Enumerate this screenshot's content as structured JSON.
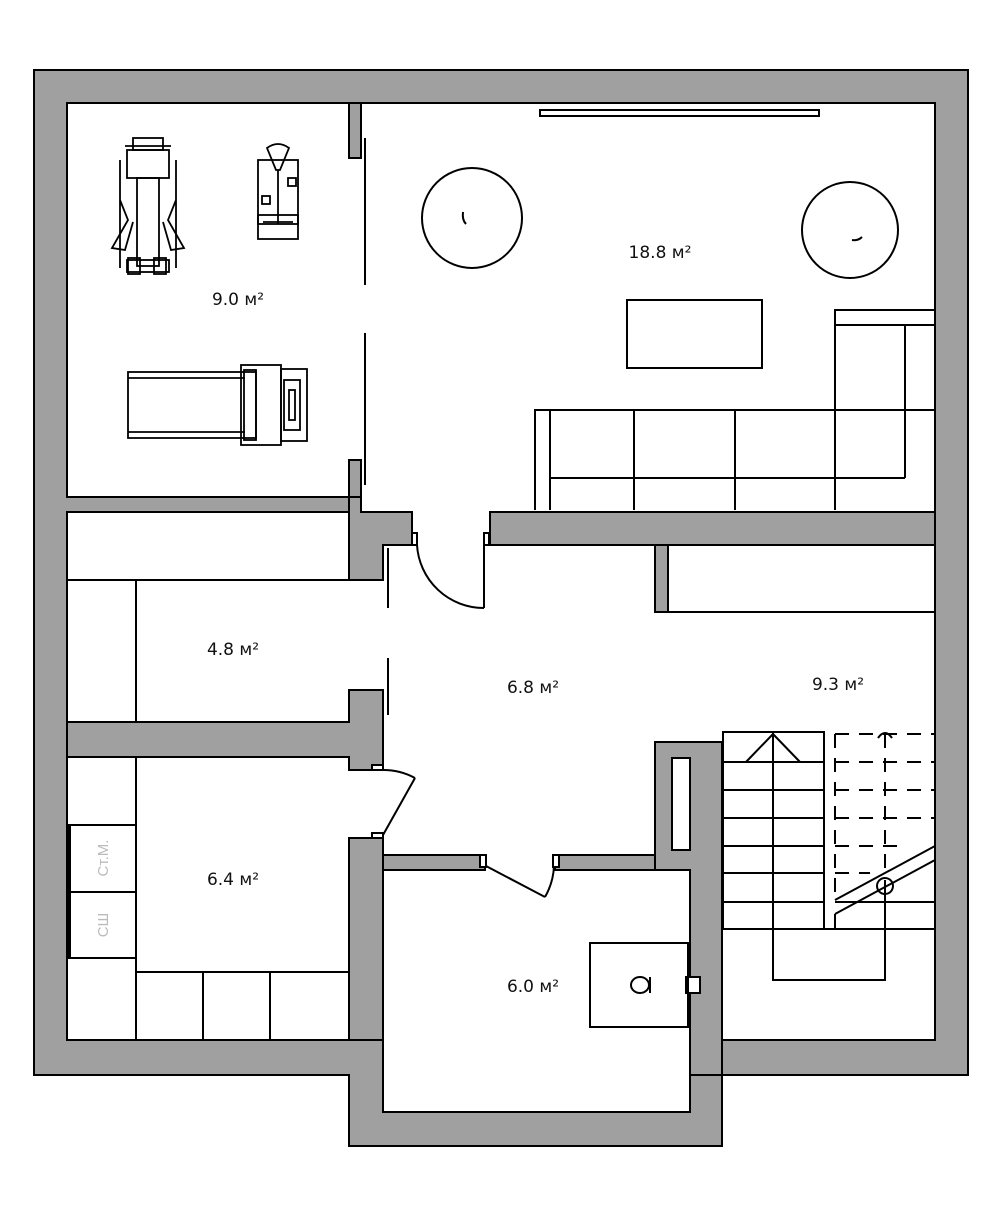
{
  "plan": {
    "rooms": [
      {
        "id": "gym",
        "area": "9.0 м²"
      },
      {
        "id": "living",
        "area": "18.8 м²"
      },
      {
        "id": "storage",
        "area": "4.8 м²"
      },
      {
        "id": "hall",
        "area": "6.8 м²"
      },
      {
        "id": "stair-room",
        "area": "9.3 м²"
      },
      {
        "id": "laundry",
        "area": "6.4 м²"
      },
      {
        "id": "bathroom",
        "area": "6.0 м²"
      }
    ],
    "appliances": {
      "washer": "Ст.М.",
      "dryer": "СШ"
    },
    "colors": {
      "wall": "#a0a0a0",
      "line": "#000000",
      "floor": "#ffffff",
      "appliance_text": "#bbbbbb"
    }
  }
}
